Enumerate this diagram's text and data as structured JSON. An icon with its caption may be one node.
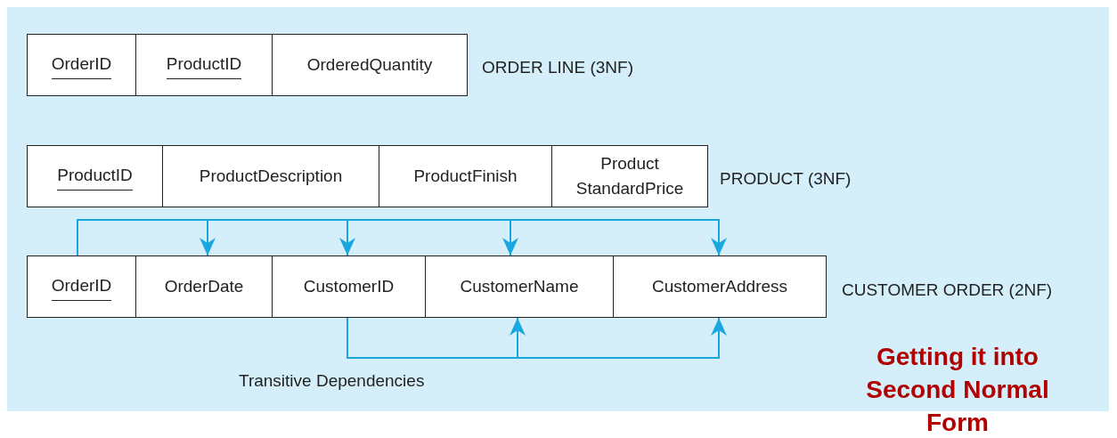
{
  "diagram": {
    "caption": "Getting it into Second Normal Form",
    "nodes": [
      {
        "text": [
          "OrderID"
        ]
      },
      {
        "text": [
          "ProductID"
        ]
      },
      {
        "text": [
          "OrderedQuantity"
        ]
      },
      {
        "text": [
          "ProductID"
        ]
      },
      {
        "text": [
          "ProductDescription"
        ]
      },
      {
        "text": [
          "ProductFinish"
        ]
      },
      {
        "text": [
          "Product StandardPrice"
        ]
      },
      {
        "text": [
          "OrderID"
        ]
      },
      {
        "text": [
          "OrderDate"
        ]
      },
      {
        "text": [
          "CustomerID"
        ]
      },
      {
        "text": [
          "CustomerName"
        ]
      },
      {
        "text": [
          "CustomerAddress"
        ]
      }
    ],
    "edges": [
      {
        "from": 7,
        "to": 8,
        "arrow": "to"
      },
      {
        "from": 7,
        "to": 9,
        "arrow": "to"
      },
      {
        "from": 7,
        "to": 10,
        "arrow": "to"
      },
      {
        "from": 7,
        "to": 11,
        "arrow": "to"
      },
      {
        "from": 9,
        "to": 10,
        "arrow": "to"
      },
      {
        "from": 9,
        "to": 11,
        "arrow": "to"
      }
    ],
    "labels": [
      "ORDER LINE (3NF)",
      "PRODUCT (3NF)",
      "CUSTOMER ORDER (2NF)",
      "Transitive Dependencies"
    ]
  }
}
